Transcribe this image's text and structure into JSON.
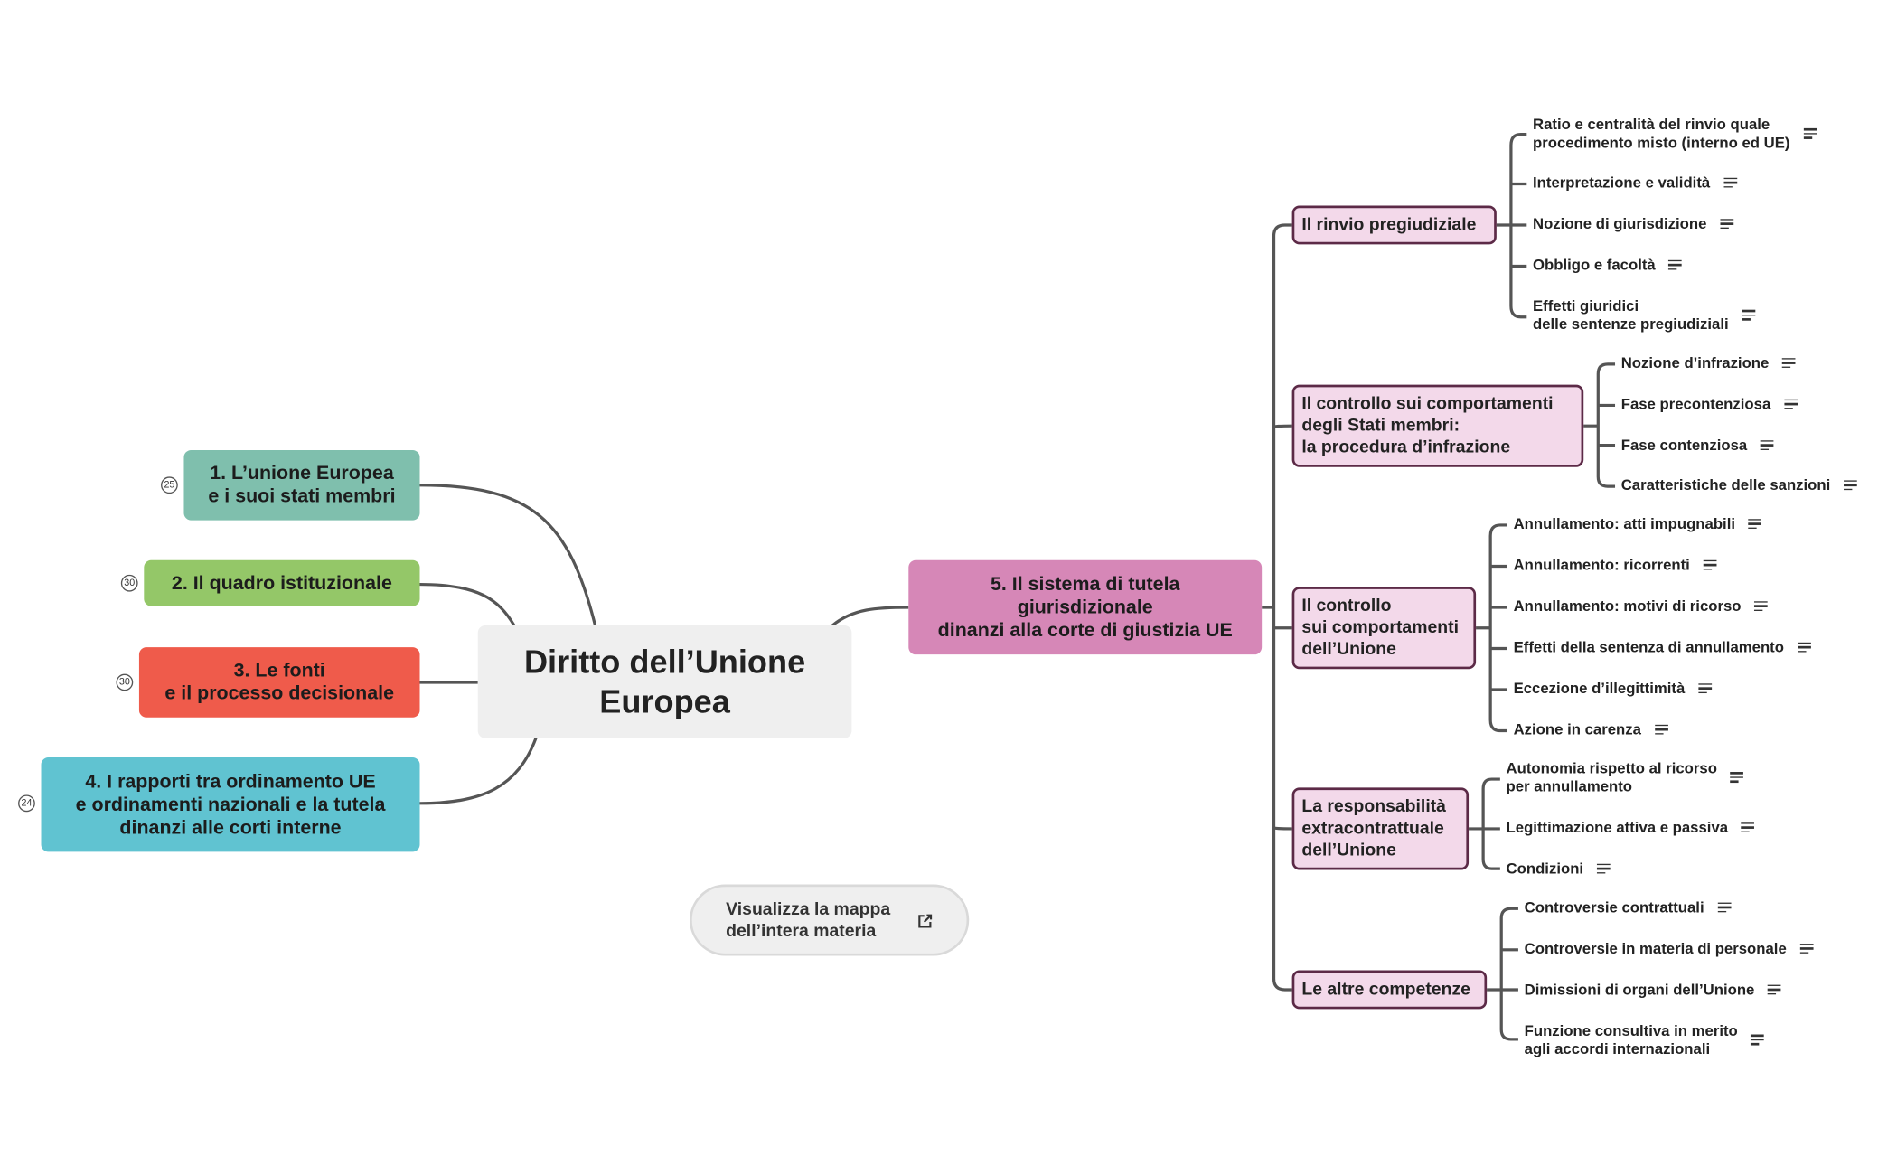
{
  "map": {
    "title": "Diritto dell’Unione\nEuropea",
    "left_topics": [
      {
        "label": "1. L’unione Europea\ne i suoi stati membri",
        "count": "25",
        "color": "#7fbfad"
      },
      {
        "label": "2. Il quadro istituzionale",
        "count": "30",
        "color": "#94c768"
      },
      {
        "label": "3. Le fonti\ne il processo decisionale",
        "count": "30",
        "color": "#ef5b4b"
      },
      {
        "label": "4. I rapporti tra ordinamento UE\ne ordinamenti nazionali e la tutela\ndinanzi alle corti interne",
        "count": "24",
        "color": "#60c3d1"
      }
    ],
    "main_topic": {
      "label": "5. Il sistema di tutela\ngiurisdizionale\ndinanzi alla corte di giustizia UE",
      "color": "#d687b7"
    },
    "subtopics": [
      {
        "label": "Il rinvio pregiudiziale",
        "leaves": [
          "Ratio e centralità del rinvio quale\nprocedimento misto (interno ed UE)",
          "Interpretazione e validità",
          "Nozione di giurisdizione",
          "Obbligo e facoltà",
          "Effetti giuridici\ndelle sentenze pregiudiziali"
        ]
      },
      {
        "label": "Il  controllo sui comportamenti\ndegli Stati membri:\nla procedura d’infrazione",
        "leaves": [
          "Nozione d’infrazione",
          "Fase precontenziosa",
          "Fase contenziosa",
          "Caratteristiche delle sanzioni"
        ]
      },
      {
        "label": "Il controllo\nsui comportamenti\ndell’Unione",
        "leaves": [
          "Annullamento: atti impugnabili",
          "Annullamento: ricorrenti",
          "Annullamento: motivi di ricorso",
          "Effetti della sentenza di annullamento",
          "Eccezione d’illegittimità",
          "Azione in carenza"
        ]
      },
      {
        "label": "La responsabilità\nextracontrattuale\ndell’Unione",
        "leaves": [
          "Autonomia rispetto al ricorso\nper annullamento",
          "Legittimazione attiva e passiva",
          "Condizioni"
        ]
      },
      {
        "label": "Le altre competenze",
        "leaves": [
          "Controversie contrattuali",
          "Controversie in materia di personale",
          "Dimissioni di organi dell’Unione",
          "Funzione consultiva in merito\nagli accordi internazionali"
        ]
      }
    ],
    "colors": {
      "connector": "#555555",
      "subtopic_border": "#5c2a47",
      "subtopic_fill": "#f3d9ea",
      "central_fill": "#efefef"
    }
  },
  "cta": {
    "label": "Visualizza la mappa\ndell’intera materia",
    "icon": "external-link-icon"
  }
}
